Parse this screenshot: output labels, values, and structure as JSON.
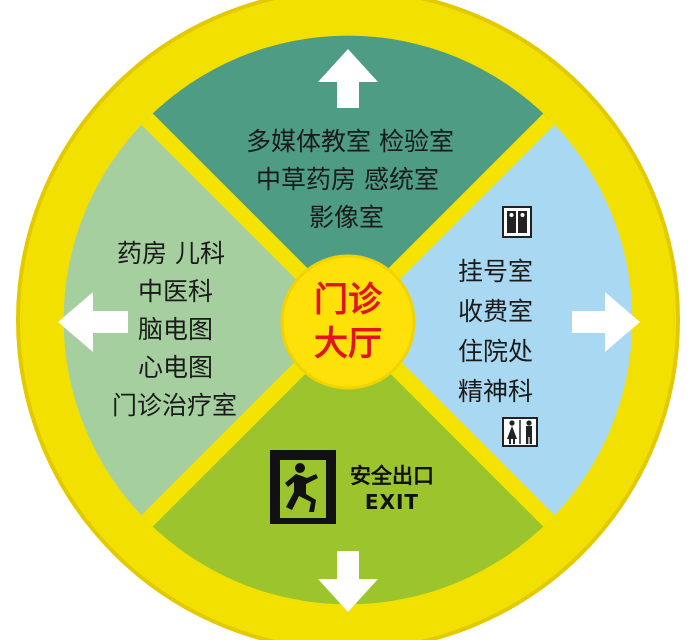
{
  "colors": {
    "outer_ring": "#f2e000",
    "ring_border": "#e3ca00",
    "top_quadrant": "#4e9c83",
    "right_quadrant": "#a9d9f2",
    "bottom_quadrant": "#9cc52d",
    "left_quadrant": "#a5cf9f",
    "divider": "#f4e200",
    "center_fill": "#ffe10a",
    "center_text": "#e0151c",
    "arrow": "#ffffff",
    "exit_sign": "#111111"
  },
  "center": {
    "line1": "门诊",
    "line2": "大厅"
  },
  "quadrants": {
    "top": {
      "direction": "up",
      "arrow_icon": "arrow-up-icon",
      "items": [
        "多媒体教室 检验室",
        "中草药房 感统室",
        "影像室"
      ]
    },
    "right": {
      "direction": "right",
      "arrow_icon": "arrow-right-icon",
      "items": [
        "挂号室",
        "收费室",
        "住院处",
        "精神科"
      ],
      "icons": [
        "elevator-icon",
        "restroom-icon"
      ]
    },
    "bottom": {
      "direction": "down",
      "arrow_icon": "arrow-down-icon",
      "exit_icon": "emergency-exit-icon",
      "exit_label_cn": "安全出口",
      "exit_label_en": "EXIT"
    },
    "left": {
      "direction": "left",
      "arrow_icon": "arrow-left-icon",
      "items": [
        "药房 儿科",
        "中医科",
        "脑电图",
        "心电图",
        "门诊治疗室"
      ]
    }
  }
}
